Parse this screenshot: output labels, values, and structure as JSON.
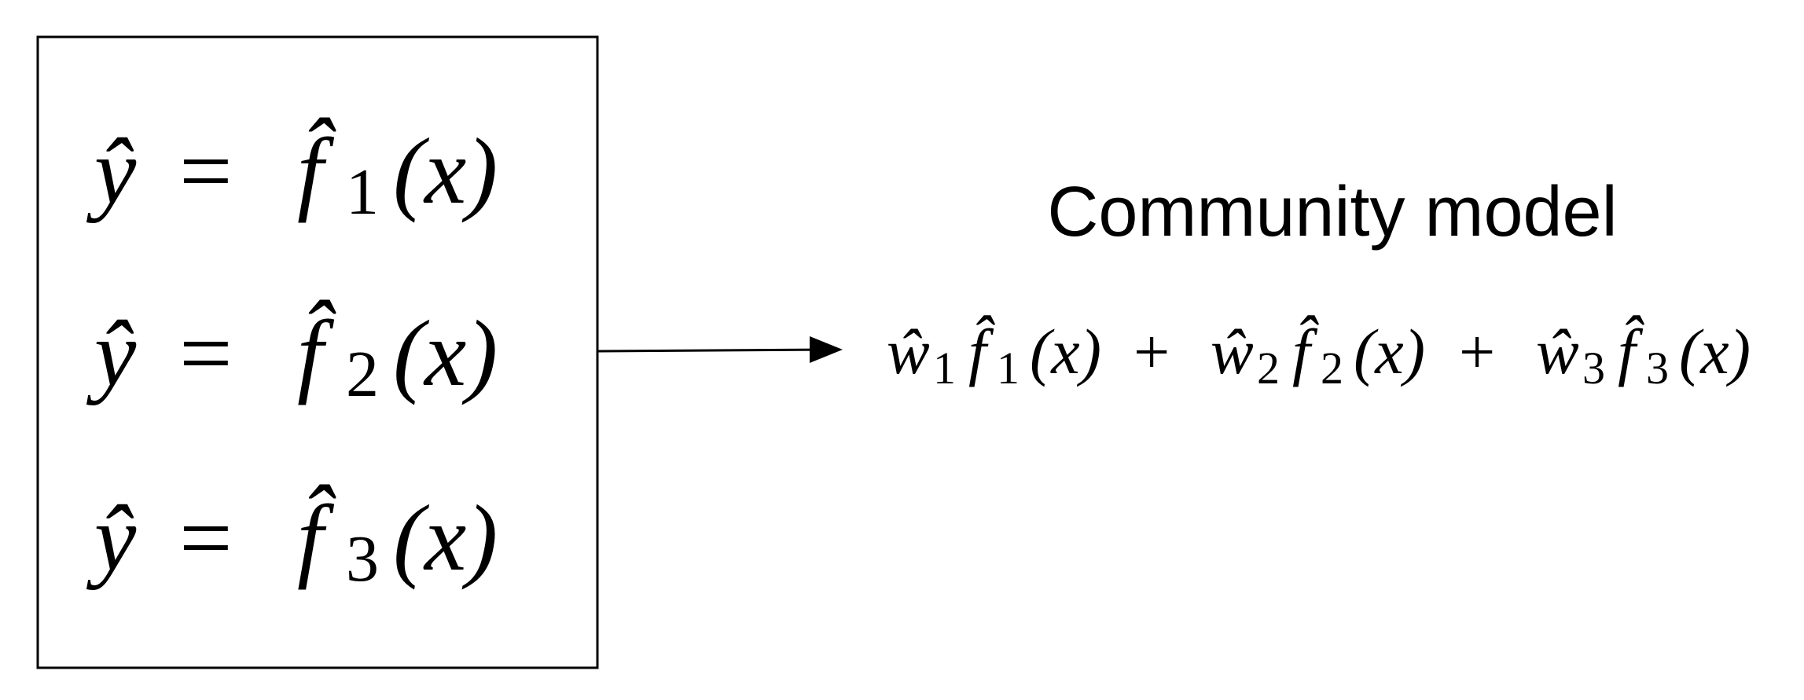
{
  "models": [
    {
      "lhs": "ŷ",
      "eq": "=",
      "fn": "f̂",
      "sub": "1",
      "arg": "(x)"
    },
    {
      "lhs": "ŷ",
      "eq": "=",
      "fn": "f̂",
      "sub": "2",
      "arg": "(x)"
    },
    {
      "lhs": "ŷ",
      "eq": "=",
      "fn": "f̂",
      "sub": "3",
      "arg": "(x)"
    }
  ],
  "community": {
    "title": "Community model",
    "terms": [
      {
        "w": "ŵ",
        "wsub": "1",
        "fn": "f̂",
        "fsub": "1",
        "arg": "(x)"
      },
      {
        "w": "ŵ",
        "wsub": "2",
        "fn": "f̂",
        "fsub": "2",
        "arg": "(x)"
      },
      {
        "w": "ŵ",
        "wsub": "3",
        "fn": "f̂",
        "fsub": "3",
        "arg": "(x)"
      }
    ],
    "plus": "+"
  },
  "colors": {
    "stroke": "#000000",
    "background": "#ffffff"
  }
}
